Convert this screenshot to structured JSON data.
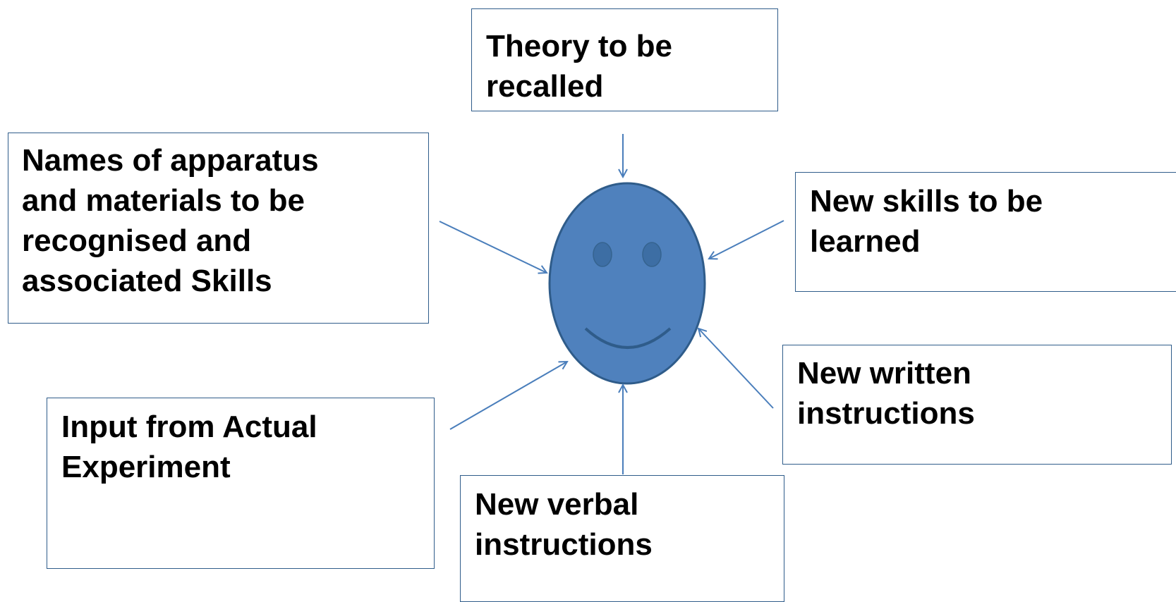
{
  "diagram": {
    "colors": {
      "face_fill": "#4f81bd",
      "face_stroke": "#2f5c8a",
      "eye_fill": "#3d6ea4",
      "arrow": "#4a7ebb",
      "box_border": "#2f5c8a"
    },
    "center": {
      "icon": "smiley-face-icon"
    },
    "boxes": {
      "theory": "Theory to be\nrecalled",
      "apparatus": "Names of apparatus\nand materials to be\nrecognised and\nassociated Skills",
      "skills": "New skills to be\nlearned",
      "written": "New written\ninstructions",
      "input": "Input from Actual\nExperiment",
      "verbal": "New verbal\ninstructions"
    }
  }
}
